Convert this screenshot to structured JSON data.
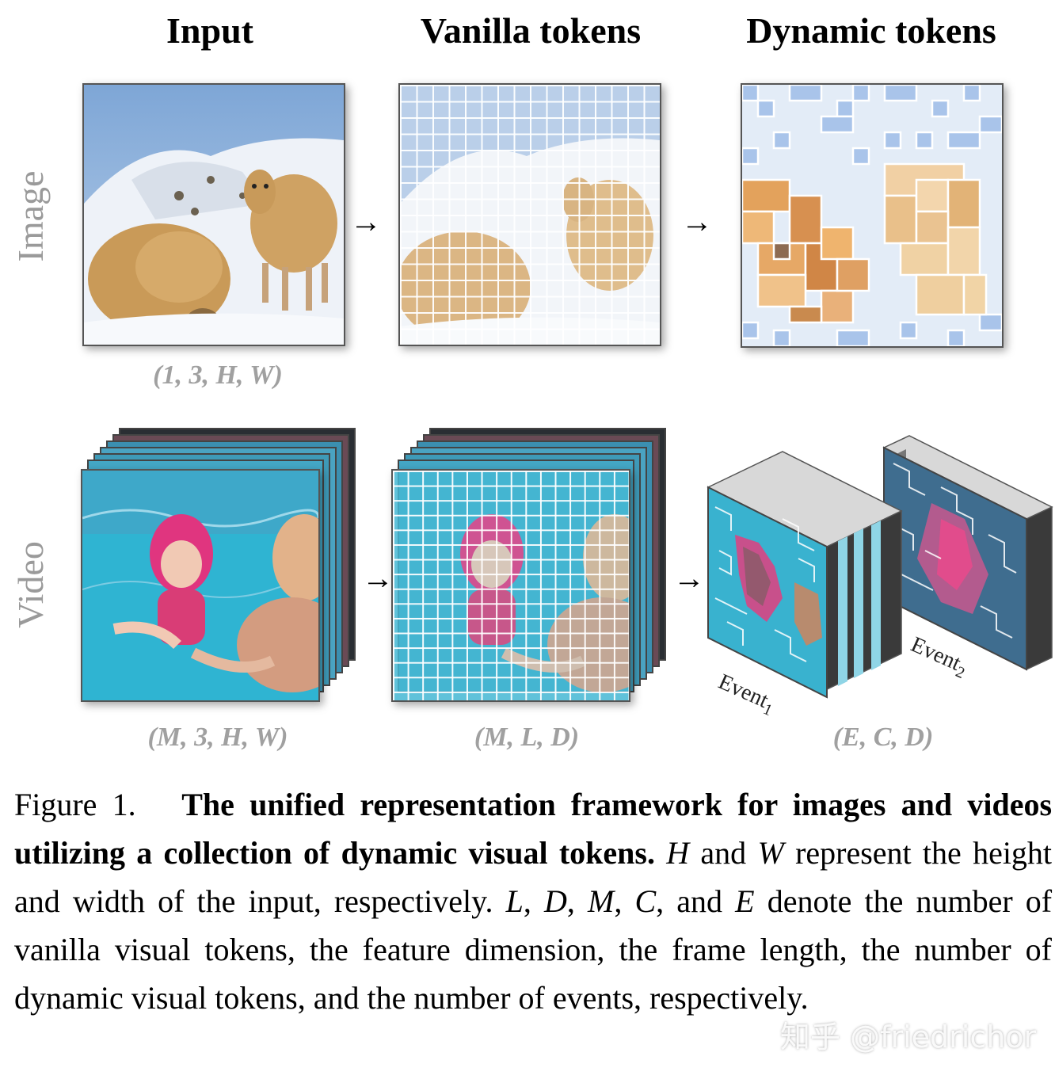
{
  "columns": {
    "input": "Input",
    "vanilla": "Vanilla tokens",
    "dynamic": "Dynamic tokens"
  },
  "rows": {
    "image": "Image",
    "video": "Video"
  },
  "dims": {
    "image_input": "(1, 3, H, W)",
    "video_input": "(M, 3, H, W)",
    "video_vanilla": "(M, L, D)",
    "video_dynamic": "(E, C, D)"
  },
  "events": {
    "event1_base": "Event",
    "event1_sub": "1",
    "event2_base": "Event",
    "event2_sub": "2"
  },
  "arrows": {
    "symbol": "→"
  },
  "caption": {
    "figure_label": "Figure 1.",
    "title_bold": "The unified representation framework for images and videos utilizing a collection of dynamic visual tokens.",
    "sym_H": "H",
    "t1": "and",
    "sym_W": "W",
    "t2": "represent the height and width of the input, respectively.",
    "sym_L": "L",
    "sym_D": "D",
    "sym_M": "M",
    "sym_C": "C",
    "t3": "and",
    "sym_E": "E",
    "t4": "denote the number of vanilla visual tokens, the feature dimension, the frame length, the number of dynamic visual tokens, and the number of events, respectively."
  },
  "watermark": "知乎 @friedrichor",
  "colors": {
    "sky": "#8fb4dd",
    "snow": "#f3f6fb",
    "wool": "#c99a58",
    "water": "#37b6d3",
    "pink": "#e0357f",
    "skin": "#d9a58a",
    "muted_label": "#9a9a9a"
  }
}
